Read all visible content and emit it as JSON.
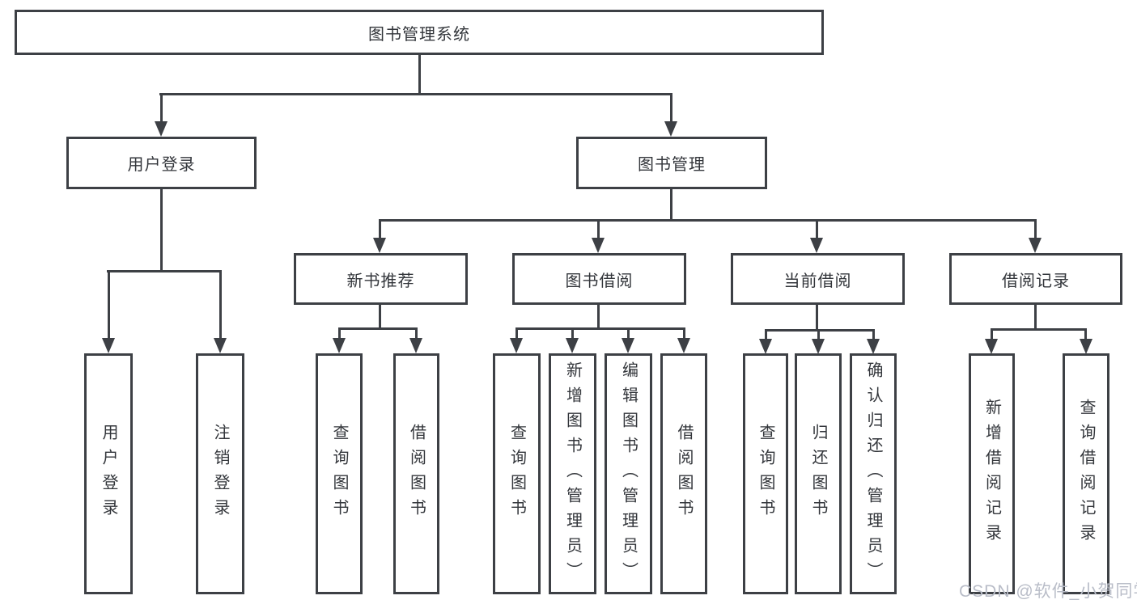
{
  "diagram": {
    "type": "tree",
    "root": {
      "label": "图书管理系统"
    },
    "level2": [
      {
        "label": "用户登录",
        "leaves": [
          "用户登录",
          "注销登录"
        ]
      },
      {
        "label": "图书管理"
      }
    ],
    "level3": [
      {
        "label": "新书推荐",
        "leaves": [
          "查询图书",
          "借阅图书"
        ]
      },
      {
        "label": "图书借阅",
        "leaves": [
          "查询图书",
          "新增图书（管理员）",
          "编辑图书（管理员）",
          "借阅图书"
        ]
      },
      {
        "label": "当前借阅",
        "leaves": [
          "查询图书",
          "归还图书",
          "确认归还（管理员）"
        ]
      },
      {
        "label": "借阅记录",
        "leaves": [
          "新增借阅记录",
          "查询借阅记录"
        ]
      }
    ]
  },
  "watermark": {
    "text": "CSDN @软件_小贺同学"
  },
  "colors": {
    "line": "#3d4045",
    "text": "#33363b",
    "box_background": "#ffffff",
    "page_background": "#ffffff",
    "watermark": "#b9bdc8"
  }
}
